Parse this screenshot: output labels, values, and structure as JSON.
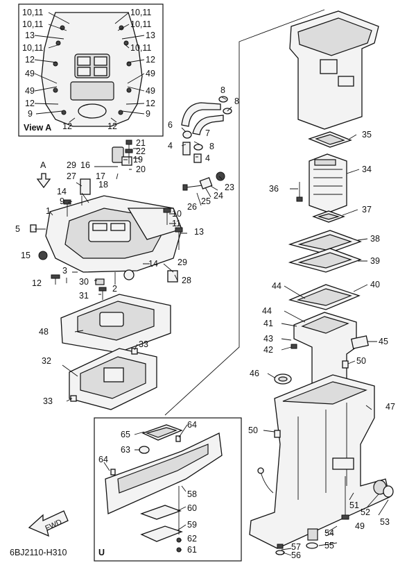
{
  "diagram_code": "6BJ2110-H310",
  "inset_a": {
    "title": "View A",
    "left_labels": [
      "10,11",
      "10,11",
      "13",
      "10,11",
      "12",
      "49",
      "49",
      "12",
      "9",
      "12"
    ],
    "right_labels": [
      "10,11",
      "10,11",
      "13",
      "10,11",
      "12",
      "49",
      "49",
      "12",
      "9",
      "12"
    ]
  },
  "inset_u": {
    "title": "U"
  },
  "markers": {
    "view_a": "A",
    "fwd": "FWD"
  },
  "callouts": [
    "1",
    "2",
    "3",
    "4",
    "4",
    "5",
    "6",
    "7",
    "8",
    "8",
    "8",
    "9",
    "10",
    "11",
    "12",
    "13",
    "14",
    "14",
    "15",
    "16",
    "17",
    "18",
    "19",
    "20",
    "21",
    "22",
    "23",
    "24",
    "25",
    "26",
    "27",
    "28",
    "29",
    "29",
    "30",
    "31",
    "32",
    "33",
    "33",
    "34",
    "35",
    "36",
    "37",
    "38",
    "39",
    "40",
    "41",
    "42",
    "43",
    "44",
    "44",
    "45",
    "46",
    "47",
    "48",
    "49",
    "50",
    "50",
    "51",
    "52",
    "53",
    "54",
    "55",
    "56",
    "57",
    "58",
    "59",
    "60",
    "61",
    "62",
    "63",
    "64",
    "64",
    "65"
  ]
}
